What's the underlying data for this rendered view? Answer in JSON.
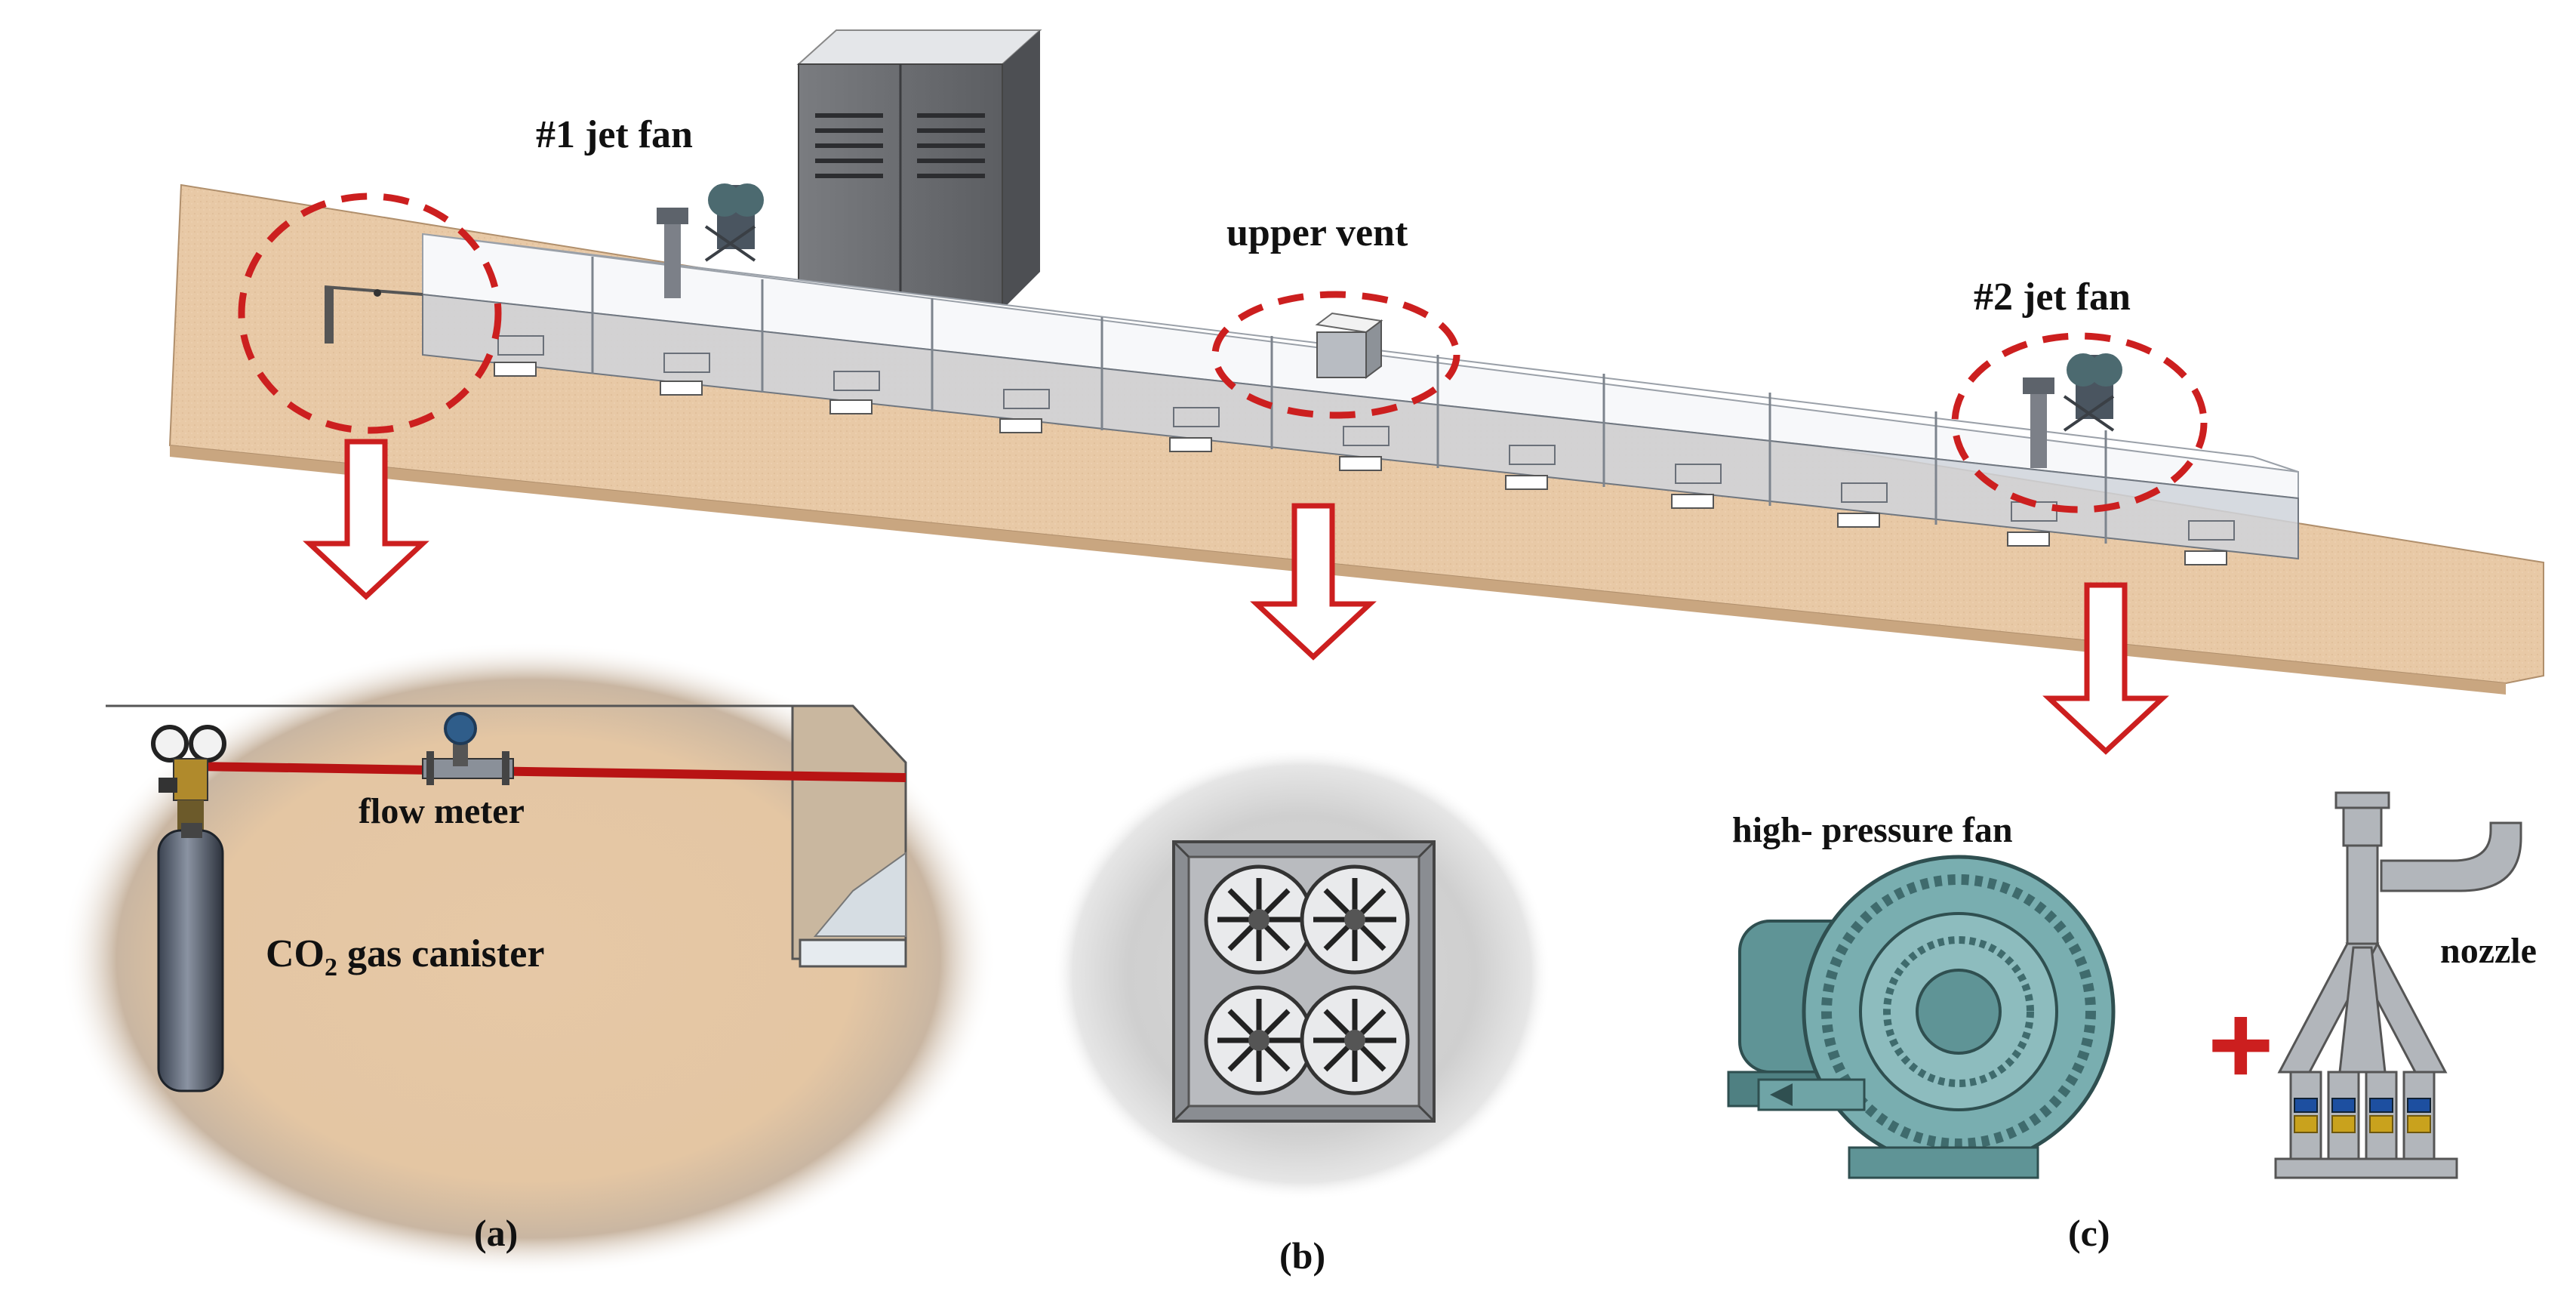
{
  "labels": {
    "jet_fan_1": "#1 jet fan",
    "upper_vent": "upper  vent",
    "jet_fan_2": "#2 jet fan",
    "flow_meter": "flow meter",
    "co2_prefix": "CO",
    "co2_sub": "2",
    "co2_suffix": " gas canister",
    "high_pressure_fan": "high- pressure fan",
    "nozzle": "nozzle",
    "plus": "+",
    "panel_a": "(a)",
    "panel_b": "(b)",
    "panel_c": "(c)"
  },
  "colors": {
    "floor": "#e8c9a6",
    "highlight": "#cc1f1f",
    "tunnel_top": "#ffffff",
    "tunnel_side": "#d9dde3",
    "cabinet": "#6f7175",
    "fan_body": "#6fa4a6",
    "pipe": "#a9adb2"
  },
  "icons": [
    "dashed-circle-highlight",
    "down-arrow",
    "fan-grille",
    "gas-cylinder",
    "flow-meter",
    "blower",
    "nozzle-manifold"
  ]
}
